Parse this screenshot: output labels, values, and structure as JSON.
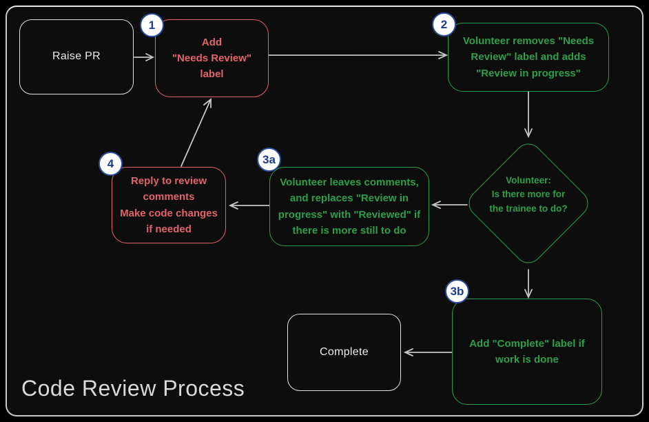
{
  "title": "Code Review Process",
  "colors": {
    "node_red": "#df666b",
    "node_green": "#2f9e4b",
    "node_white_border": "#e0e0e0",
    "badge_border": "#2b4d9b",
    "badge_text": "#1c3d8d",
    "arrow": "#c6c6c6",
    "background": "#0d0d0d",
    "title_text": "#d9d9d9"
  },
  "badges": {
    "b1": "1",
    "b2": "2",
    "b3a": "3a",
    "b3b": "3b",
    "b4": "4"
  },
  "nodes": {
    "raise_pr": {
      "label": "Raise PR"
    },
    "add_needs_review": {
      "lines": [
        "Add",
        "\"Needs Review\"",
        "label"
      ]
    },
    "volunteer_removes": {
      "lines": [
        "Volunteer removes \"Needs",
        "Review\" label and adds",
        "\"Review in progress\""
      ]
    },
    "decision": {
      "lines": [
        "Volunteer:",
        "Is there more for",
        "the trainee to do?"
      ]
    },
    "volunteer_leaves": {
      "lines": [
        "Volunteer leaves comments,",
        "and replaces \"Review in",
        "progress\" with \"Reviewed\" if",
        "there is more still to do"
      ]
    },
    "reply_to_review": {
      "lines": [
        "Reply to review",
        "comments",
        "Make code changes",
        "if needed"
      ]
    },
    "add_complete": {
      "lines": [
        "Add \"Complete\" label if",
        "work is done"
      ]
    },
    "complete": {
      "label": "Complete"
    }
  }
}
